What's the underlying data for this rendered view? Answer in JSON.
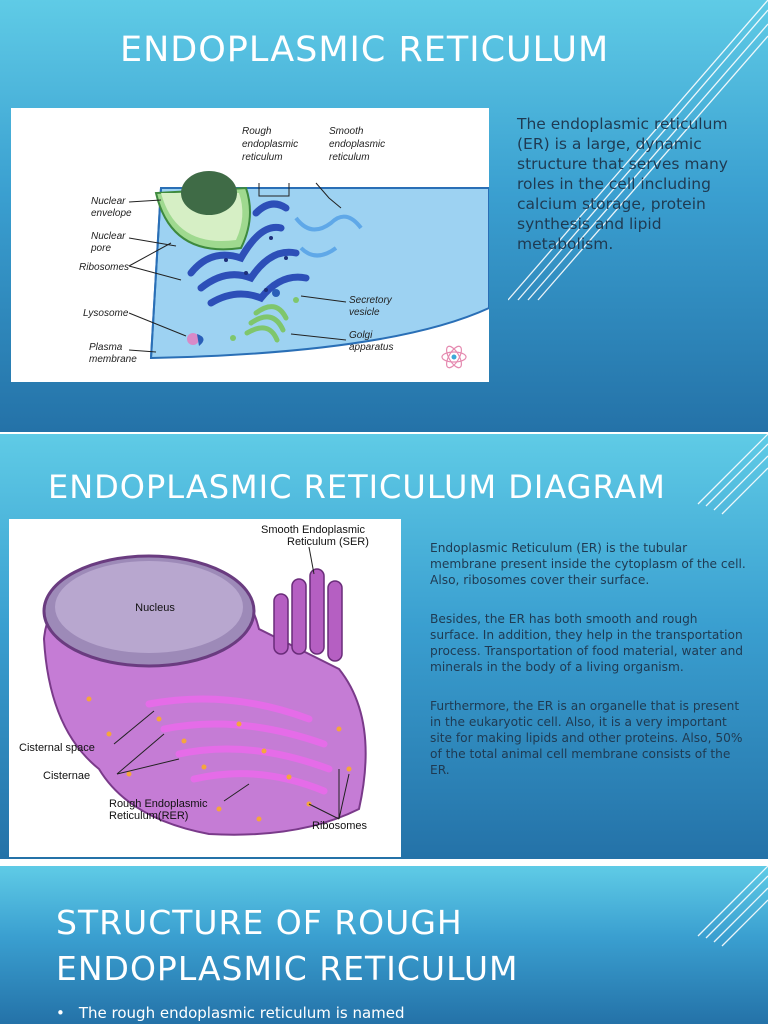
{
  "slide1": {
    "title": "ENDOPLASMIC RETICULUM",
    "body": "The endoplasmic reticulum (ER) is a large, dynamic structure that serves many roles in the cell including calcium storage, protein synthesis and lipid metabolism.",
    "diagram_labels": {
      "rough_er": [
        "Rough",
        "endoplasmic",
        "reticulum"
      ],
      "smooth_er": [
        "Smooth",
        "endoplasmic",
        "reticulum"
      ],
      "nuclear_envelope": [
        "Nuclear",
        "envelope"
      ],
      "nuclear_pore": [
        "Nuclear",
        "pore"
      ],
      "ribosomes": "Ribosomes",
      "lysosome": "Lysosome",
      "plasma_membrane": [
        "Plasma",
        "membrane"
      ],
      "secretory_vesicle": [
        "Secretory",
        "vesicle"
      ],
      "golgi_apparatus": [
        "Golgi",
        "apparatus"
      ]
    }
  },
  "slide2": {
    "title": "ENDOPLASMIC RETICULUM DIAGRAM",
    "paragraphs": [
      "Endoplasmic Reticulum (ER) is the tubular membrane present inside the cytoplasm of the cell. Also, ribosomes cover their surface.",
      "Besides, the ER has both smooth and rough surface. In addition, they help in the transportation process. Transportation of food material, water and minerals in the body of a living organism.",
      "Furthermore, the ER is an organelle that is present in the eukaryotic cell. Also, it is a very important site for making lipids and other proteins. Also, 50% of the total animal cell membrane consists of the ER."
    ],
    "diagram_labels": {
      "ser": [
        "Smooth Endoplasmic",
        "Reticulum (SER)"
      ],
      "nucleus": "Nucleus",
      "cisternal_space": "Cisternal space",
      "cisternae": "Cisternae",
      "rer": [
        "Rough Endoplasmic",
        "Reticulum(RER)"
      ],
      "ribosomes": "Ribosomes"
    }
  },
  "slide3": {
    "title": "STRUCTURE OF ROUGH ENDOPLASMIC RETICULUM",
    "bullet": "The rough endoplasmic reticulum is named"
  },
  "colors": {
    "slide_top": "#5fcbe6",
    "slide_bottom": "#2472a8",
    "title_text": "#ffffff",
    "body_text": "#1f3a52"
  }
}
